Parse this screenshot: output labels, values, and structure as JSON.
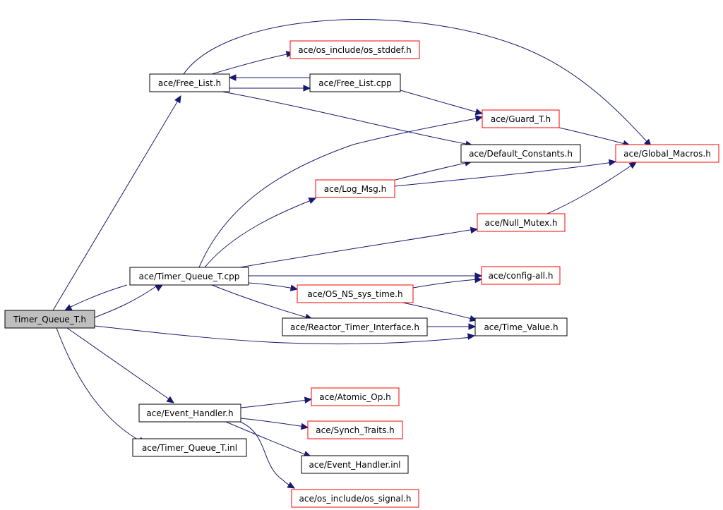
{
  "colors": {
    "edge": "#191970",
    "normal_border": "#000000",
    "missing_border": "#ff0000",
    "root_fill": "#bfbfbf",
    "node_fill": "#ffffff"
  },
  "nodes": {
    "root": "Timer_Queue_T.h",
    "free_list_h": "ace/Free_List.h",
    "os_stddef": "ace/os_include/os_stddef.h",
    "free_list_cpp": "ace/Free_List.cpp",
    "guard_t": "ace/Guard_T.h",
    "default_constants": "ace/Default_Constants.h",
    "global_macros": "ace/Global_Macros.h",
    "log_msg": "ace/Log_Msg.h",
    "null_mutex": "ace/Null_Mutex.h",
    "timer_queue_cpp": "ace/Timer_Queue_T.cpp",
    "config_all": "ace/config-all.h",
    "os_ns_sys_time": "ace/OS_NS_sys_time.h",
    "reactor_timer": "ace/Reactor_Timer_Interface.h",
    "time_value": "ace/Time_Value.h",
    "event_handler_h": "ace/Event_Handler.h",
    "atomic_op": "ace/Atomic_Op.h",
    "synch_traits": "ace/Synch_Traits.h",
    "timer_queue_inl": "ace/Timer_Queue_T.inl",
    "event_handler_inl": "ace/Event_Handler.inl",
    "os_signal": "ace/os_include/os_signal.h"
  }
}
